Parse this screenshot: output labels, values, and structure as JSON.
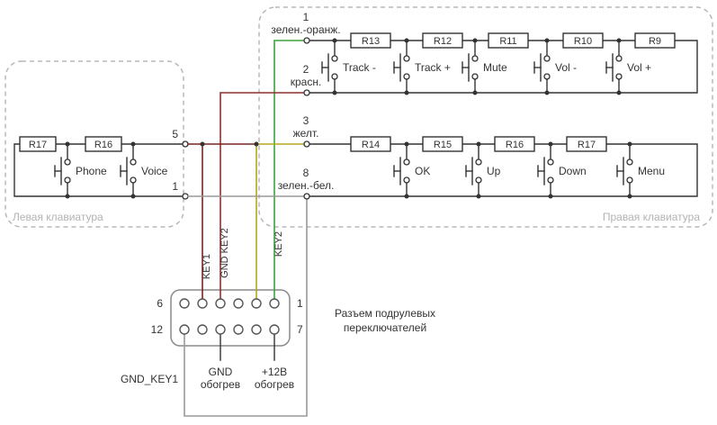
{
  "left_keyboard": {
    "caption": "Левая клавиатура",
    "pin_top": "5",
    "pin_bottom": "1",
    "resistors": [
      "R17",
      "R16"
    ],
    "buttons": [
      "Phone",
      "Voice"
    ]
  },
  "right_keyboard": {
    "caption": "Правая клавиатура",
    "row1": {
      "wire_top_num": "1",
      "wire_top_color": "зелен.-оранж.",
      "wire_bottom_num": "2",
      "wire_bottom_color": "красн.",
      "resistors": [
        "R13",
        "R12",
        "R11",
        "R10",
        "R9"
      ],
      "buttons": [
        "Track -",
        "Track +",
        "Mute",
        "Vol -",
        "Vol +"
      ]
    },
    "row2": {
      "wire_top_num": "3",
      "wire_top_color": "желт.",
      "wire_bottom_num": "8",
      "wire_bottom_color": "зелен.-бел.",
      "resistors": [
        "R14",
        "R15",
        "R16",
        "R17"
      ],
      "buttons": [
        "OK",
        "Up",
        "Down",
        "Menu"
      ]
    }
  },
  "connector": {
    "caption_line1": "Разъем подрулевых",
    "caption_line2": "переключателей",
    "pin_top_left": "6",
    "pin_top_right": "1",
    "pin_bottom_left": "12",
    "pin_bottom_right": "7",
    "wire_key1": "KEY1",
    "wire_gnd_key2": "GND KEY2",
    "wire_key2": "KEY2",
    "gnd_key1": "GND_KEY1",
    "gnd_heat_line1": "GND",
    "gnd_heat_line2": "обогрев",
    "v12_heat_line1": "+12В",
    "v12_heat_line2": "обогрев"
  },
  "colors": {
    "green": "#3da33d",
    "maroon": "#7a2323",
    "red_wire": "#8b3030",
    "yellow": "#b8a520",
    "gray_wire": "#9a9a9a"
  }
}
